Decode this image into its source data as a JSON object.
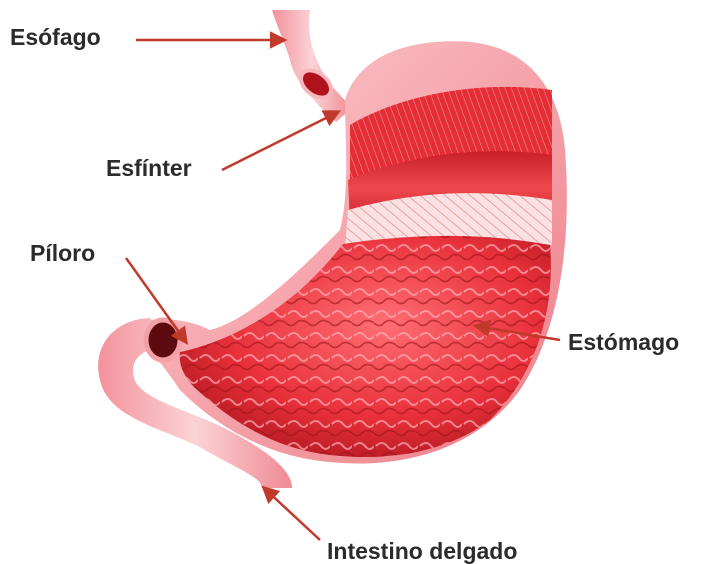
{
  "labels": {
    "esofago": "Esófago",
    "esfinter": "Esfínter",
    "piloro": "Píloro",
    "estomago": "Estómago",
    "intestino": "Intestino delgado"
  },
  "colors": {
    "pointer": "#c0392b",
    "label_text": "#2b2b2b",
    "outer_tissue": "#f6a8ae",
    "muscle_dark": "#d9262f",
    "muscle_light": "#f7d3d3",
    "mucosa": "#e8303a"
  }
}
